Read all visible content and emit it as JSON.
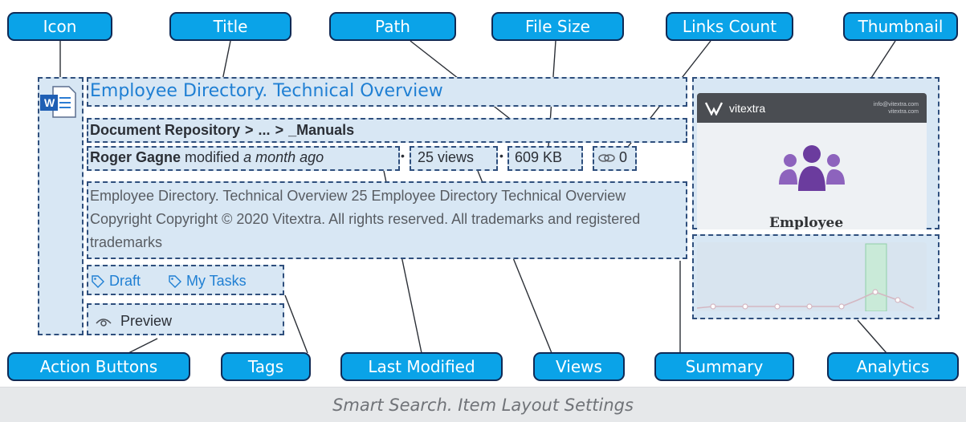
{
  "callouts": {
    "icon": "Icon",
    "title": "Title",
    "path": "Path",
    "file_size": "File Size",
    "links_count": "Links Count",
    "thumbnail": "Thumbnail",
    "action_buttons": "Action Buttons",
    "tags": "Tags",
    "last_modified": "Last Modified",
    "views": "Views",
    "summary": "Summary",
    "analytics": "Analytics"
  },
  "item": {
    "icon_name": "word-document-icon",
    "icon_letter": "W",
    "title": "Employee Directory. Technical Overview",
    "path": {
      "root": "Document Repository",
      "sep1": ">",
      "ellipsis": "...",
      "sep2": ">",
      "leaf": "_Manuals"
    },
    "modified_by": "Roger Gagne",
    "modified_word": "modified",
    "modified_when": "a month ago",
    "dot": "•",
    "views": "25 views",
    "size": "609 KB",
    "links": "0",
    "summary": "Employee Directory. Technical Overview 25 Employee Directory Technical Overview Copyright Copyright © 2020 Vitextra. All rights reserved. All trademarks and registered trademarks",
    "tags": [
      "Draft",
      "My Tasks"
    ],
    "preview_label": "Preview"
  },
  "thumbnail": {
    "brand": "vitextra",
    "contact": "info@vitextra.com",
    "site": "vitextra.com",
    "word": "Employee"
  },
  "caption": "Smart Search. Item Layout Settings",
  "colors": {
    "callout": "#0aa3e8",
    "link": "#1f7fd3",
    "region": "#d8e7f4",
    "analytics_bar": "#c9ead8"
  }
}
